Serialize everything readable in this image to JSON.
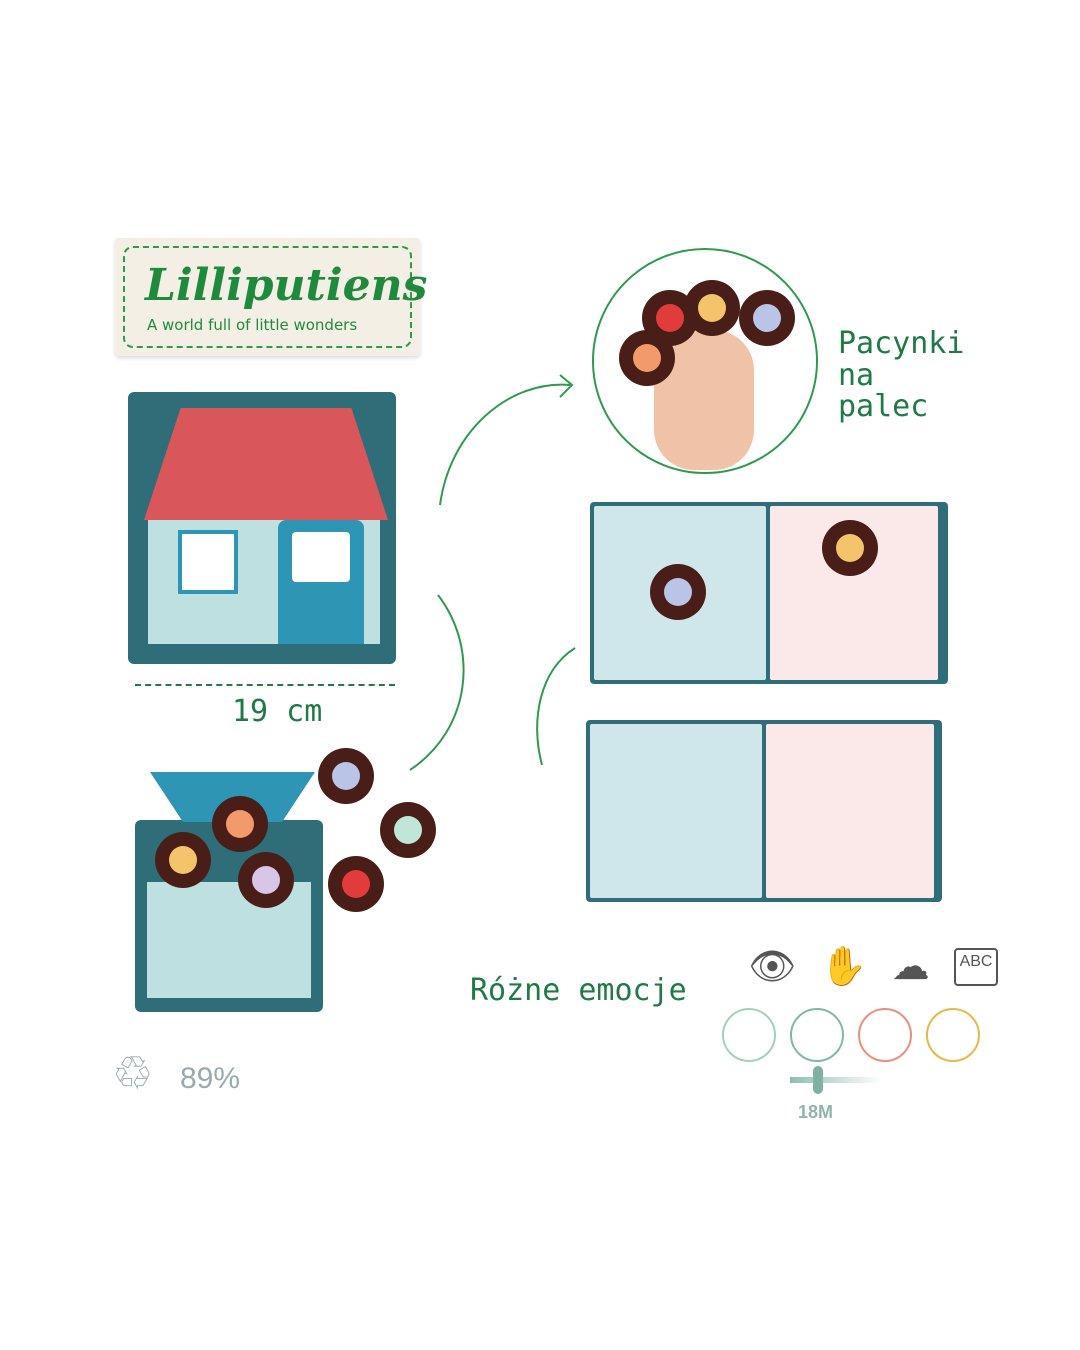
{
  "brand": {
    "name": "Lilliputiens",
    "tagline": "A world full of little wonders"
  },
  "size_label": "19 cm",
  "callouts": {
    "finger_puppets": "Pacynki na palec",
    "emotions": "Różne emocje"
  },
  "recycled": {
    "icon": "recycle-icon",
    "value": "89%"
  },
  "skills_icons": [
    "eye-icon",
    "hand-icon",
    "thought-cloud-icon",
    "abc-blocks-icon"
  ],
  "age": {
    "faces": [
      "newborn-face-icon",
      "baby-face-icon",
      "toddler-face-icon",
      "child-face-icon"
    ],
    "label": "18M"
  },
  "colors": {
    "green": "#1f8a3e",
    "teal": "#2f6e78",
    "roof": "#d9565a",
    "mint": "#bfe0e0"
  }
}
